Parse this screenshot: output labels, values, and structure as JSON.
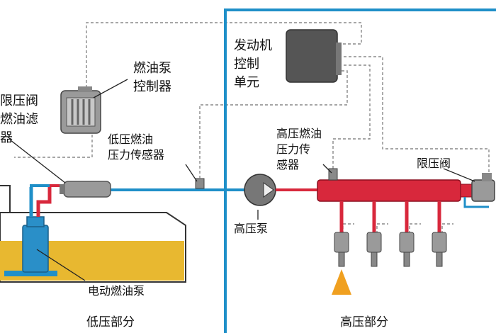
{
  "labels": {
    "ecu": "发动机\n控制\n单元",
    "pump_ctrl": "燃油泵\n控制器",
    "limit_valve_left": "限压阀",
    "fuel_filter": "燃油滤\n器",
    "low_sensor": "低压燃油\n压力传感器",
    "high_sensor": "高压燃油\n压力传\n感器",
    "limit_valve_right": "限压阀",
    "hp_pump": "高压泵",
    "e_pump": "电动燃油泵"
  },
  "sections": {
    "low": "低压部分",
    "high": "高压部分"
  },
  "colors": {
    "low_pressure_line": "#1f8fc8",
    "high_pressure_line": "#d8283c",
    "fuel": "#e8b830",
    "component_gray": "#8a8a8a",
    "divider_blue": "#1f8fc8"
  }
}
